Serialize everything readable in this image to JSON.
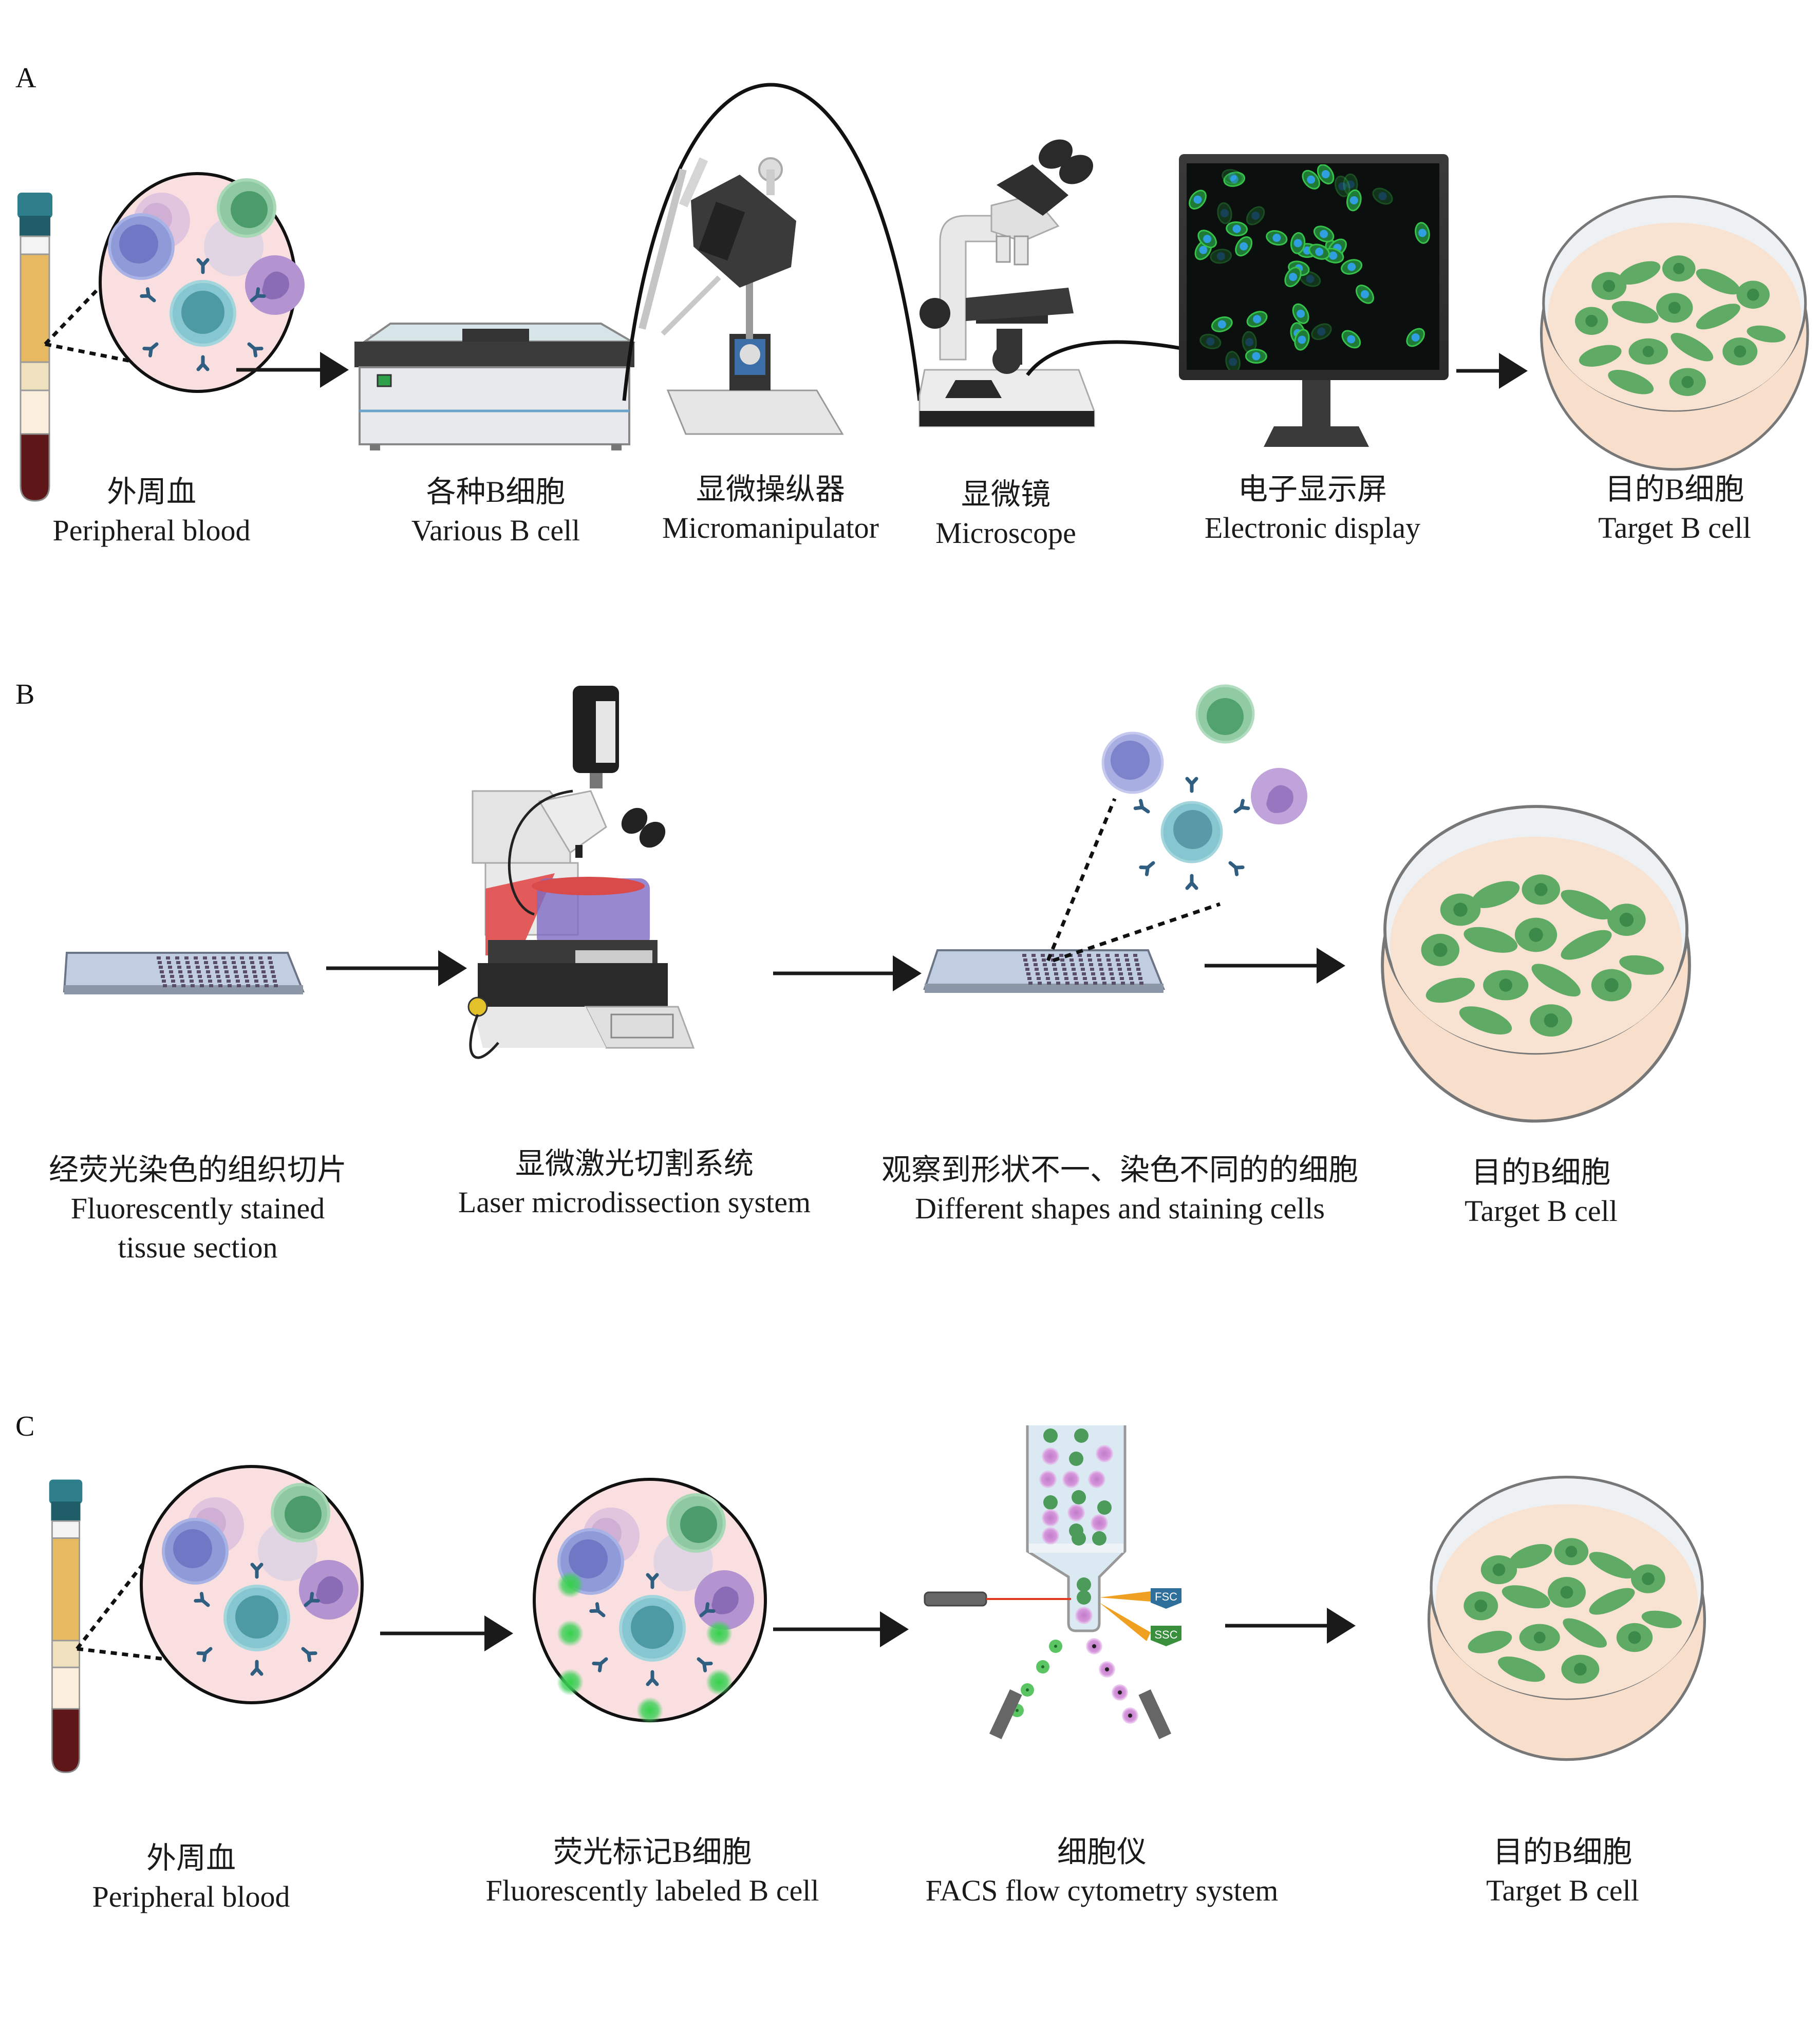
{
  "panels": {
    "A": {
      "letter": "A",
      "steps": [
        {
          "zh": "外周血",
          "en": "Peripheral blood",
          "icon": "blood-tube-icon"
        },
        {
          "zh": "各种B细胞",
          "en": "Various B cell",
          "icon": "cell-dish-box-icon"
        },
        {
          "zh": "显微操纵器",
          "en": "Micromanipulator",
          "icon": "micromanipulator-icon"
        },
        {
          "zh": "显微镜",
          "en": "Microscope",
          "icon": "microscope-icon"
        },
        {
          "zh": "电子显示屏",
          "en": "Electronic display",
          "icon": "monitor-icon"
        },
        {
          "zh": "目的B细胞",
          "en": "Target B cell",
          "icon": "petri-dish-icon"
        }
      ]
    },
    "B": {
      "letter": "B",
      "steps": [
        {
          "zh": "经荧光染色的组织切片",
          "en": "Fluorescently stained",
          "en2": "tissue section",
          "icon": "tissue-slide-icon"
        },
        {
          "zh": "显微激光切割系统",
          "en": "Laser microdissection system",
          "icon": "laser-microscope-icon"
        },
        {
          "zh": "观察到形状不一、染色不同的的细胞",
          "en": "Different shapes and staining cells",
          "icon": "slide-cells-icon"
        },
        {
          "zh": "目的B细胞",
          "en": "Target B cell",
          "icon": "petri-dish-icon"
        }
      ]
    },
    "C": {
      "letter": "C",
      "steps": [
        {
          "zh": "外周血",
          "en": "Peripheral blood",
          "icon": "blood-tube-icon"
        },
        {
          "zh": "荧光标记B细胞",
          "en": "Fluorescently labeled B cell",
          "icon": "labeled-cells-icon"
        },
        {
          "zh": "细胞仪",
          "en": "FACS flow cytometry system",
          "icon": "flow-cytometer-icon"
        },
        {
          "zh": "目的B细胞",
          "en": "Target B cell",
          "icon": "petri-dish-icon"
        }
      ],
      "detectors": {
        "fsc": "FSC",
        "ssc": "SSC"
      }
    }
  },
  "colors": {
    "arrow": "#1a1a1a",
    "plasma": "#e9bd63",
    "buffy": "#f1e4c6",
    "rbc": "#5c1518",
    "tube_cap": "#2e7a86",
    "zoom_bg": "#f9dfe0",
    "b_cell": "#7fbfca",
    "b_cell_nucleus": "#4b9aa4",
    "antibody": "#2f5e80",
    "green_cell": "#6fb58a",
    "blue_cell": "#8c95d6",
    "purple_cell": "#b391cf",
    "dish_medium": "#f8e2d2",
    "dish_cells": "#4fa65a",
    "screen_bg": "#0b0f0d",
    "fluor_green": "#2ecc40",
    "fsc": "#2f6f9c",
    "ssc": "#3a8f3c",
    "laser": "#e03a20",
    "beam": "#f0a020"
  }
}
